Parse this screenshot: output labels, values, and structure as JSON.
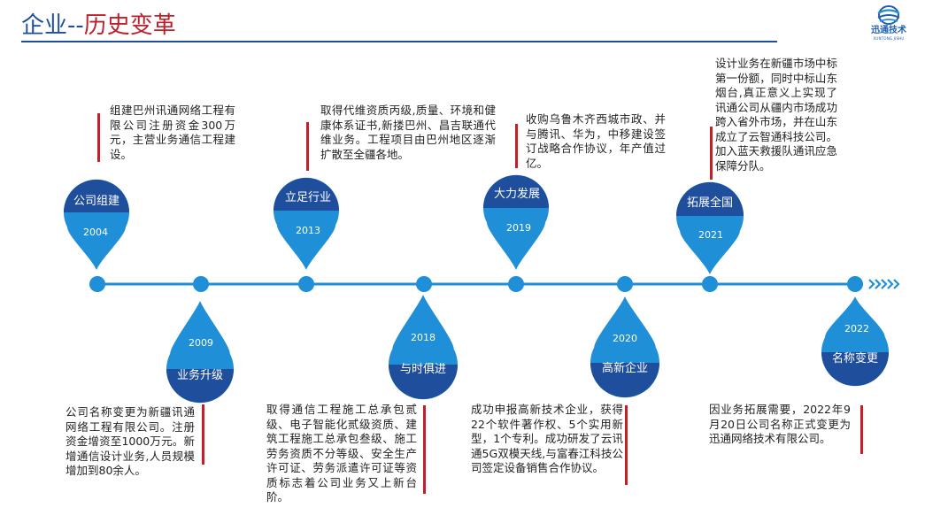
{
  "header": {
    "title_part1": "企业--",
    "title_part2": "历史变革"
  },
  "logo": {
    "name": "迅通技术",
    "sub": "XUNTONG JISHU"
  },
  "colors": {
    "accent_blue": "#1f8fd8",
    "dark_blue": "#1f4e9c",
    "bar_red": "#c0202a"
  },
  "milestones": [
    {
      "year": "2004",
      "label": "公司组建",
      "text": "组建巴州讯通网络工程有限公司注册资金300万元，主营业务通信工程建设。"
    },
    {
      "year": "2009",
      "label": "业务升级",
      "text": "公司名称变更为新疆讯通网络工程有限公司。注册资金增资至1000万元。新增通信设计业务,人员规模增加到80余人。"
    },
    {
      "year": "2013",
      "label": "立足行业",
      "text": "取得代维资质丙级,质量、环境和健康体系证书,新搂巴州、昌吉联通代维业务。工程项目由巴州地区逐渐扩散至全疆各地。"
    },
    {
      "year": "2018",
      "label": "与时俱进",
      "text": "取得通信工程施工总承包贰级、电子智能化贰级资质、建筑工程施工总承包叁级、施工劳务资质不分等级、安全生产许可证、劳务派遣许可证等资质标志着公司业务又上新台阶。"
    },
    {
      "year": "2019",
      "label": "大力发展",
      "text": "收购乌鲁木齐西城市政、并与腾讯、华为，中移建设签订战略合作协议，年产值过亿。"
    },
    {
      "year": "2020",
      "label": "高新企业",
      "text": "成功申报高新技术企业，获得22个软件著作权、5个实用新型，1个专利。成功研发了云讯通5G双模天线,与富春江科技公司签定设备销售合作协议。"
    },
    {
      "year": "2021",
      "label": "拓展全国",
      "text": "设计业务在新疆市场中标第一份额，同时中标山东烟台,真正意义上实现了讯通公司从疆内市场成功跨入省外市场，并在山东成立了云智通科技公司。加入蓝天救援队通讯应急保障分队。"
    },
    {
      "year": "2022",
      "label": "名称变更",
      "text": "因业务拓展需要，2022年9月20日公司名称正式变更为迅通网络技术有限公司。"
    }
  ]
}
